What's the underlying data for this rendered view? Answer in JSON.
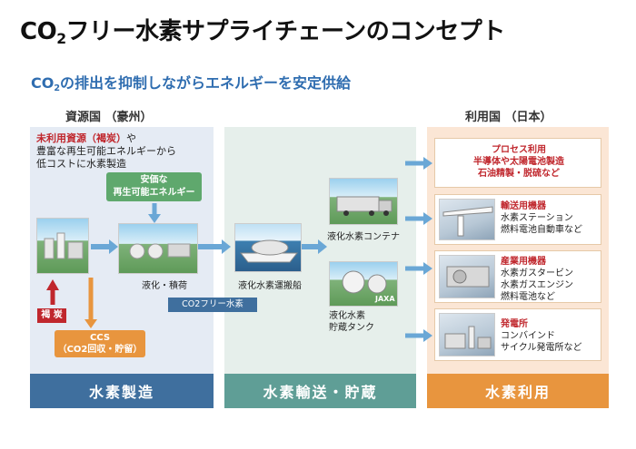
{
  "title": {
    "pre": "CO",
    "sub": "2",
    "post": "フリー水素サプライチェーンのコンセプト"
  },
  "subtitle": {
    "pre": "CO",
    "sub": "2",
    "post": "の排出を抑制しながらエネルギーを安定供給"
  },
  "columns": {
    "source": "資源国 （豪州）",
    "user": "利用国 （日本）"
  },
  "source": {
    "note_red": "未利用資源（褐炭）",
    "note_rest1": "や",
    "note_line2": "豊富な再生可能エネルギーから",
    "note_line3": "低コストに水素製造",
    "renewable_line1": "安価な",
    "renewable_line2": "再生可能エネルギー",
    "liquefaction_label": "液化・積荷",
    "lignite_tag": "褐 炭",
    "ccs_line1": "CCS",
    "ccs_line2": "（CO2回収・貯留）"
  },
  "transport": {
    "carrier_label": "液化水素運搬船",
    "co2free_tag": "CO2フリー水素",
    "container_label": "液化水素コンテナ",
    "tank_line1": "液化水素",
    "tank_line2": "貯蔵タンク",
    "tank_brand": "JAXA"
  },
  "uses": [
    {
      "title": "プロセス利用",
      "lines": [
        "半導体や太陽電池製造",
        "石油精製・脱硫など"
      ]
    },
    {
      "title": "輸送用機器",
      "lines": [
        "水素ステーション",
        "燃料電池自動車など"
      ]
    },
    {
      "title": "産業用機器",
      "lines": [
        "水素ガスタービン",
        "水素ガスエンジン",
        "燃料電池など"
      ]
    },
    {
      "title": "発電所",
      "lines": [
        "コンバインド",
        "サイクル発電所など"
      ]
    }
  ],
  "footers": {
    "production": "水素製造",
    "transport": "水素輸送・貯蔵",
    "use": "水素利用"
  },
  "colors": {
    "accent_blue": "#2f6db0",
    "red": "#c0272d",
    "green": "#5fa86d",
    "orange": "#e8953e",
    "teal": "#5f9e96",
    "navy": "#3f6f9e"
  }
}
